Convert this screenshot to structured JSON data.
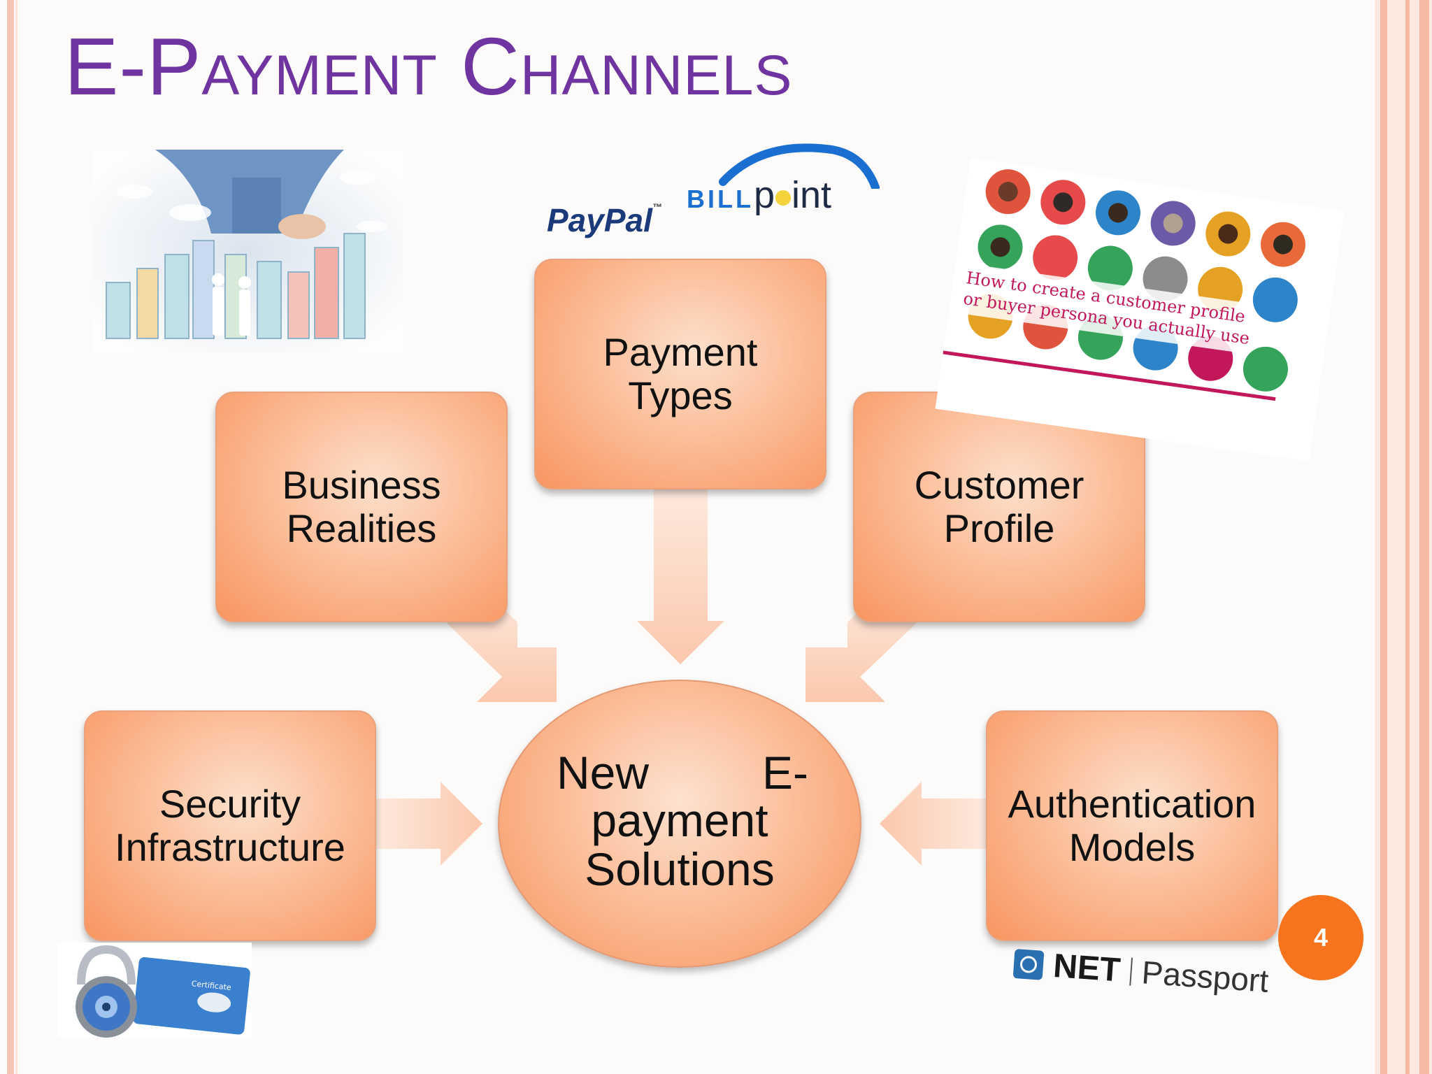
{
  "slide": {
    "title": "E-Payment Channels",
    "page_number": "4"
  },
  "diagram": {
    "boxes": {
      "payment_types": [
        "Payment",
        "Types"
      ],
      "business_realities": [
        "Business",
        "Realities"
      ],
      "customer_profile": [
        "Customer",
        "Profile"
      ],
      "security_infrastructure": [
        "Security",
        "Infrastructure"
      ],
      "authentication_models": [
        "Authentication",
        "Models"
      ]
    },
    "center": {
      "line1_left": "New",
      "line1_right": "E-",
      "line2": "payment",
      "line3": "Solutions"
    }
  },
  "logos": {
    "paypal": "PayPal",
    "paypal_tm": "™",
    "billpoint_left": "BILL",
    "billpoint_right": "p",
    "billpoint_end": "int",
    "net": "NET",
    "passport": "Passport",
    "persona_line1": "How to create a customer profile",
    "persona_line2": "or buyer persona you actually use",
    "card_label": "Certificate"
  },
  "colors": {
    "title": "#7034a0",
    "box_fill": "#fbb68e",
    "arrow_fill": "#fcd3bd",
    "badge": "#f7731e"
  }
}
